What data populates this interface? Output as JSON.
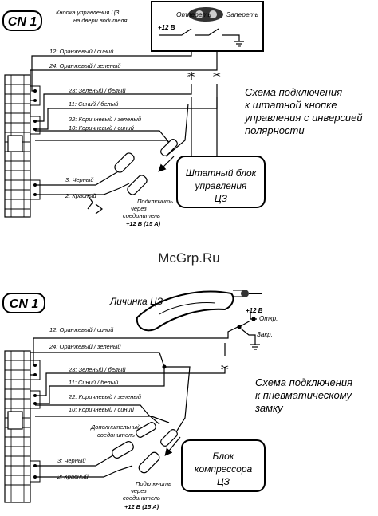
{
  "top": {
    "cn_label": "CN 1",
    "button_caption_1": "Кнопка управления ЦЗ",
    "button_caption_2": "на двери водителя",
    "unlock_label": "Отпереть",
    "lock_label": "Запереть",
    "plus12": "+12 В",
    "wires": {
      "w12": "12: Оранжевый / синий",
      "w24": "24: Оранжевый / зеленый",
      "w23": "23: Зеленый / белый",
      "w11": "11: Синий / белый",
      "w22": "22: Коричневый / зеленый",
      "w10": "10: Коричневый / синий",
      "w3": "3: Черный",
      "w2": "2: Красный"
    },
    "connect_1": "Подключить",
    "connect_2": "через",
    "connect_3": "соединитель",
    "connect_4": "+12 В (15 А)",
    "scheme_1": "Схема  подключения",
    "scheme_2": "к штатной кнопке",
    "scheme_3": "управления с инверсией",
    "scheme_4": "полярности",
    "box_1": "Штатный блок",
    "box_2": "управления",
    "box_3": "ЦЗ"
  },
  "watermark": "McGrp.Ru",
  "bottom": {
    "cn_label": "CN 1",
    "lock_cyl": "Личинка ЦЗ",
    "plus12": "+12 В",
    "open_label": "Откр.",
    "close_label": "Закр.",
    "wires": {
      "w12": "12: Оранжевый / синий",
      "w24": "24: Оранжевый / зеленый",
      "w23": "23: Зеленый / белый",
      "w11": "11: Синий / белый",
      "w22": "22: Коричневый / зеленый",
      "w10": "10: Коричневый / синий",
      "w3": "3: Черный",
      "w2": "2: Красный"
    },
    "extra_1": "Дополнительный",
    "extra_2": "соединитель",
    "connect_1": "Подключить",
    "connect_2": "через",
    "connect_3": "соединитель",
    "connect_4": "+12 В (15 А)",
    "scheme_1": "Схема  подключения",
    "scheme_2": "к пневматическому",
    "scheme_3": "замку",
    "box_1": "Блок",
    "box_2": "компрессора",
    "box_3": "ЦЗ"
  }
}
